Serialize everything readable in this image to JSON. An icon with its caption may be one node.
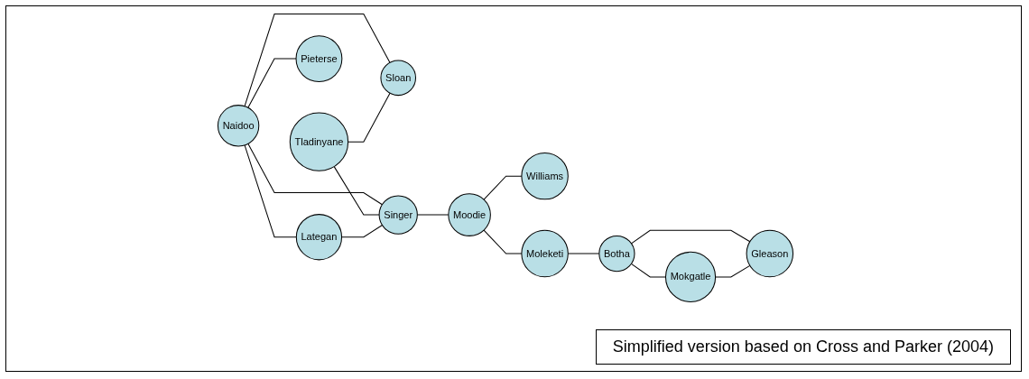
{
  "diagram": {
    "caption": "Simplified version based on Cross and Parker (2004)",
    "nodes": [
      {
        "text": [
          "Naidoo"
        ]
      },
      {
        "text": [
          "Tladinyane"
        ]
      },
      {
        "text": [
          "Sloan"
        ]
      },
      {
        "text": [
          "Pieterse"
        ]
      },
      {
        "text": [
          "Lategan"
        ]
      },
      {
        "text": [
          "Singer"
        ]
      },
      {
        "text": [
          "Williams"
        ]
      },
      {
        "text": [
          "Moodie"
        ]
      },
      {
        "text": [
          "Moleketi"
        ]
      },
      {
        "text": [
          "Botha"
        ]
      },
      {
        "text": [
          "Mokgatle"
        ]
      },
      {
        "text": [
          "Gleason"
        ]
      }
    ],
    "edges": [
      {
        "from": 0,
        "to": 5,
        "arrow": "none"
      },
      {
        "from": 0,
        "to": 2,
        "arrow": "none"
      },
      {
        "from": 0,
        "to": 3,
        "arrow": "none"
      },
      {
        "from": 0,
        "to": 4,
        "arrow": "none"
      },
      {
        "from": 1,
        "to": 5,
        "arrow": "none"
      },
      {
        "from": 1,
        "to": 2,
        "arrow": "none"
      },
      {
        "from": 4,
        "to": 5,
        "arrow": "none"
      },
      {
        "from": 5,
        "to": 7,
        "arrow": "none"
      },
      {
        "from": 7,
        "to": 6,
        "arrow": "none"
      },
      {
        "from": 7,
        "to": 8,
        "arrow": "none"
      },
      {
        "from": 8,
        "to": 9,
        "arrow": "none"
      },
      {
        "from": 9,
        "to": 10,
        "arrow": "none"
      },
      {
        "from": 9,
        "to": 11,
        "arrow": "none"
      },
      {
        "from": 10,
        "to": 11,
        "arrow": "none"
      }
    ]
  }
}
